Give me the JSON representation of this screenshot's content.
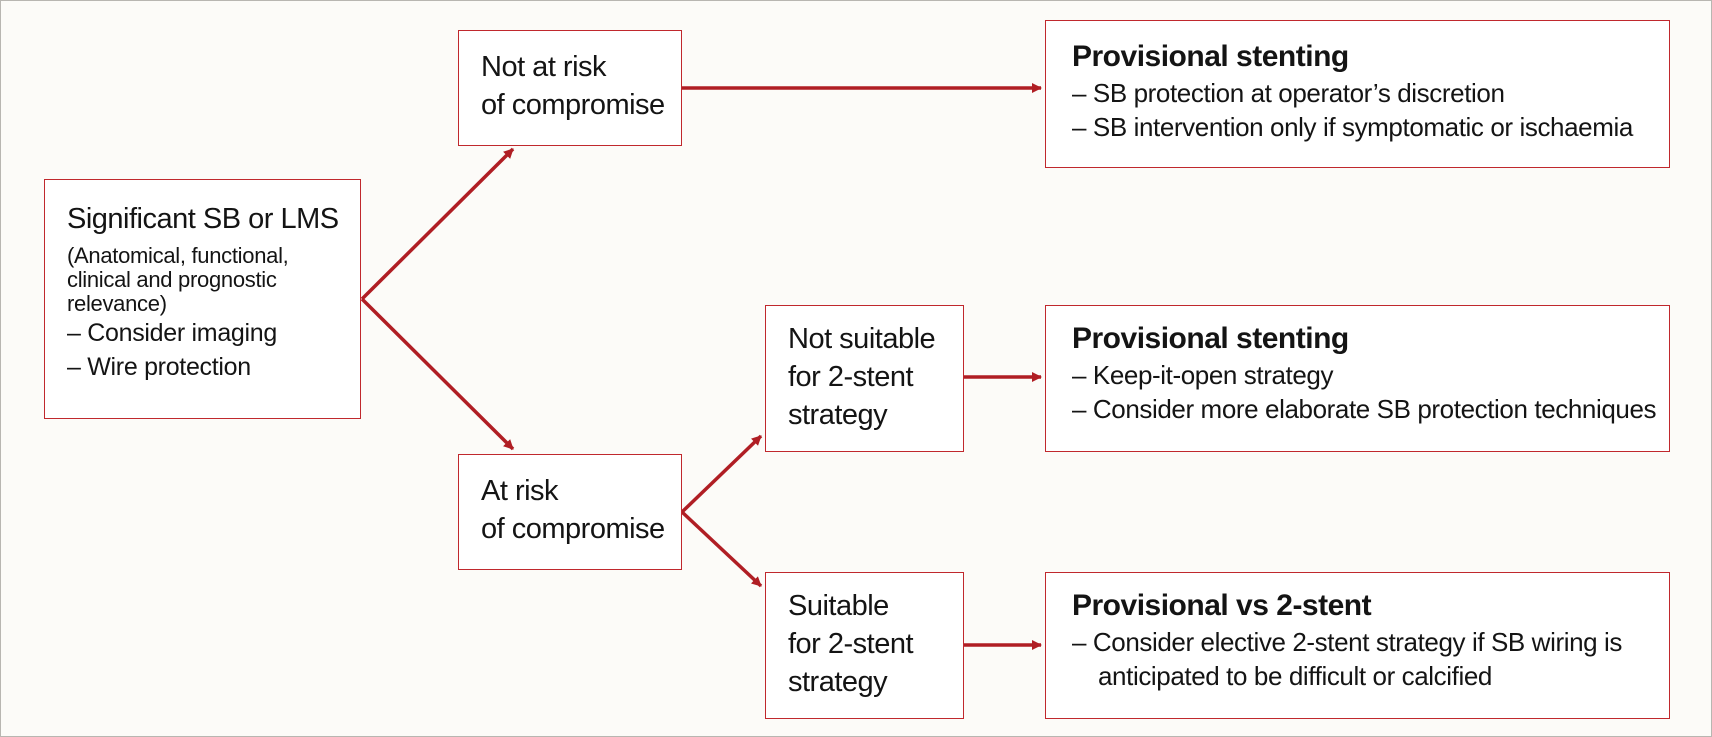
{
  "colors": {
    "accent": "#c0282d",
    "background": "#fcfbf8",
    "box_fill": "#ffffff",
    "text": "#141414"
  },
  "root": {
    "title": "Significant SB or LMS",
    "note": "(Anatomical, functional,\nclinical and prognostic\nrelevance)",
    "bullets": [
      "– Consider imaging",
      "– Wire protection"
    ]
  },
  "not_at_risk": {
    "lines": [
      "Not at risk",
      "of compromise"
    ]
  },
  "at_risk": {
    "lines": [
      "At risk",
      "of compromise"
    ]
  },
  "not_suitable": {
    "lines": [
      "Not suitable",
      "for 2-stent",
      "strategy"
    ]
  },
  "suitable": {
    "lines": [
      "Suitable",
      "for 2-stent",
      "strategy"
    ]
  },
  "outcome_1": {
    "heading": "Provisional stenting",
    "bullets": [
      "– SB protection at operator’s discretion",
      "– SB intervention only if symptomatic or ischaemia"
    ]
  },
  "outcome_2": {
    "heading": "Provisional stenting",
    "bullets": [
      "– Keep-it-open strategy",
      "– Consider more elaborate SB protection techniques"
    ]
  },
  "outcome_3": {
    "heading": "Provisional vs 2-stent",
    "bullets": [
      "– Consider elective 2-stent strategy if SB wiring is",
      "anticipated to be difficult or calcified"
    ]
  }
}
